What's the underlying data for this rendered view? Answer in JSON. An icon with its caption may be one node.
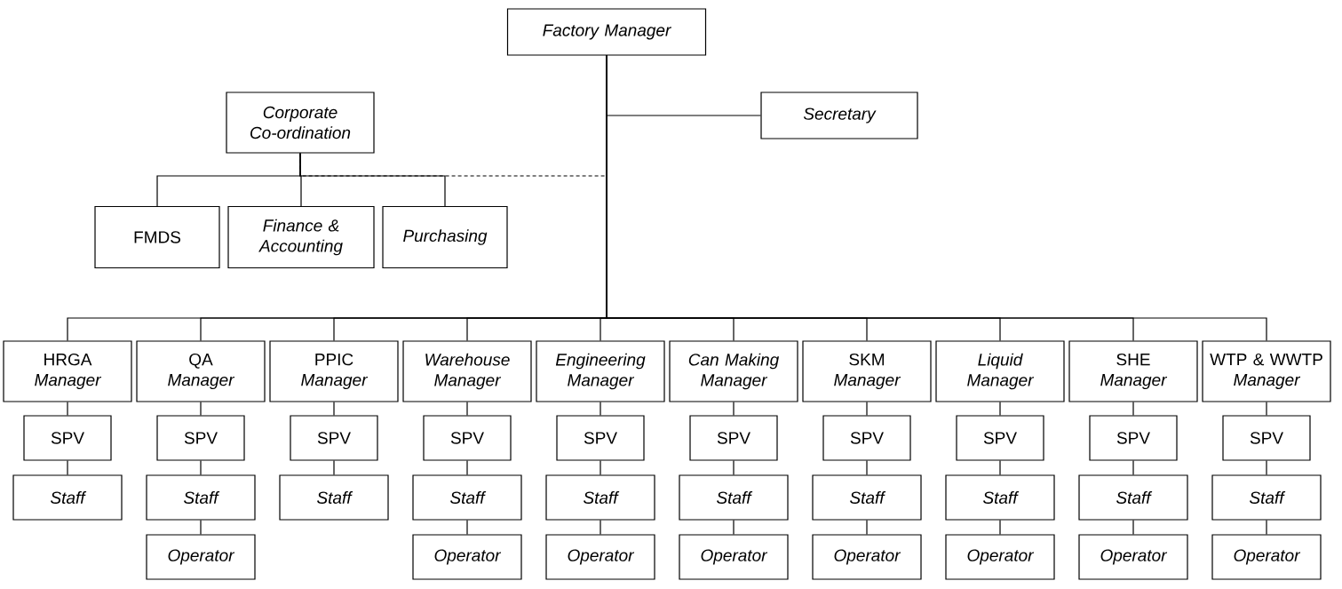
{
  "diagram": {
    "nodes": [
      {
        "text": [
          "Factory Manager"
        ]
      },
      {
        "text": [
          "Secretary"
        ]
      },
      {
        "text": [
          "Corporate Co-ordination"
        ]
      },
      {
        "text": [
          "FMDS"
        ]
      },
      {
        "text": [
          "Finance & Accounting"
        ]
      },
      {
        "text": [
          "Purchasing"
        ]
      },
      {
        "text": [
          "HRGA",
          "Manager"
        ]
      },
      {
        "text": [
          "QA",
          "Manager"
        ]
      },
      {
        "text": [
          "PPIC",
          "Manager"
        ]
      },
      {
        "text": [
          "Warehouse",
          "Manager"
        ]
      },
      {
        "text": [
          "Engineering",
          "Manager"
        ]
      },
      {
        "text": [
          "Can Making",
          "Manager"
        ]
      },
      {
        "text": [
          "SKM",
          "Manager"
        ]
      },
      {
        "text": [
          "Liquid",
          "Manager"
        ]
      },
      {
        "text": [
          "SHE",
          "Manager"
        ]
      },
      {
        "text": [
          "WTP & WWTP",
          "Manager"
        ]
      },
      {
        "text": [
          "SPV"
        ]
      },
      {
        "text": [
          "SPV"
        ]
      },
      {
        "text": [
          "SPV"
        ]
      },
      {
        "text": [
          "SPV"
        ]
      },
      {
        "text": [
          "SPV"
        ]
      },
      {
        "text": [
          "SPV"
        ]
      },
      {
        "text": [
          "SPV"
        ]
      },
      {
        "text": [
          "SPV"
        ]
      },
      {
        "text": [
          "SPV"
        ]
      },
      {
        "text": [
          "SPV"
        ]
      },
      {
        "text": [
          "Staff"
        ]
      },
      {
        "text": [
          "Staff"
        ]
      },
      {
        "text": [
          "Staff"
        ]
      },
      {
        "text": [
          "Staff"
        ]
      },
      {
        "text": [
          "Staff"
        ]
      },
      {
        "text": [
          "Staff"
        ]
      },
      {
        "text": [
          "Staff"
        ]
      },
      {
        "text": [
          "Staff"
        ]
      },
      {
        "text": [
          "Staff"
        ]
      },
      {
        "text": [
          "Staff"
        ]
      },
      {
        "text": [
          "Operator"
        ]
      },
      {
        "text": [
          "Operator"
        ]
      },
      {
        "text": [
          "Operator"
        ]
      },
      {
        "text": [
          "Operator"
        ]
      },
      {
        "text": [
          "Operator"
        ]
      },
      {
        "text": [
          "Operator"
        ]
      },
      {
        "text": [
          "Operator"
        ]
      },
      {
        "text": [
          "Operator"
        ]
      }
    ],
    "edges": [
      {
        "from": 0,
        "to": 1,
        "arrow": "none"
      },
      {
        "from": 2,
        "to": 3,
        "arrow": "none"
      },
      {
        "from": 2,
        "to": 4,
        "arrow": "none"
      },
      {
        "from": 2,
        "to": 5,
        "arrow": "none"
      },
      {
        "from": 2,
        "to": 0,
        "arrow": "none",
        "style": "dashed"
      },
      {
        "from": 0,
        "to": 6,
        "arrow": "none"
      },
      {
        "from": 0,
        "to": 7,
        "arrow": "none"
      },
      {
        "from": 0,
        "to": 8,
        "arrow": "none"
      },
      {
        "from": 0,
        "to": 9,
        "arrow": "none"
      },
      {
        "from": 0,
        "to": 10,
        "arrow": "none"
      },
      {
        "from": 0,
        "to": 11,
        "arrow": "none"
      },
      {
        "from": 0,
        "to": 12,
        "arrow": "none"
      },
      {
        "from": 0,
        "to": 13,
        "arrow": "none"
      },
      {
        "from": 0,
        "to": 14,
        "arrow": "none"
      },
      {
        "from": 0,
        "to": 15,
        "arrow": "none"
      },
      {
        "from": 6,
        "to": 16,
        "arrow": "none"
      },
      {
        "from": 7,
        "to": 17,
        "arrow": "none"
      },
      {
        "from": 8,
        "to": 18,
        "arrow": "none"
      },
      {
        "from": 9,
        "to": 19,
        "arrow": "none"
      },
      {
        "from": 10,
        "to": 20,
        "arrow": "none"
      },
      {
        "from": 11,
        "to": 21,
        "arrow": "none"
      },
      {
        "from": 12,
        "to": 22,
        "arrow": "none"
      },
      {
        "from": 13,
        "to": 23,
        "arrow": "none"
      },
      {
        "from": 14,
        "to": 24,
        "arrow": "none"
      },
      {
        "from": 15,
        "to": 25,
        "arrow": "none"
      },
      {
        "from": 16,
        "to": 26,
        "arrow": "none"
      },
      {
        "from": 17,
        "to": 27,
        "arrow": "none"
      },
      {
        "from": 18,
        "to": 28,
        "arrow": "none"
      },
      {
        "from": 19,
        "to": 29,
        "arrow": "none"
      },
      {
        "from": 20,
        "to": 30,
        "arrow": "none"
      },
      {
        "from": 21,
        "to": 31,
        "arrow": "none"
      },
      {
        "from": 22,
        "to": 32,
        "arrow": "none"
      },
      {
        "from": 23,
        "to": 33,
        "arrow": "none"
      },
      {
        "from": 24,
        "to": 34,
        "arrow": "none"
      },
      {
        "from": 25,
        "to": 35,
        "arrow": "none"
      },
      {
        "from": 27,
        "to": 36,
        "arrow": "none"
      },
      {
        "from": 29,
        "to": 37,
        "arrow": "none"
      },
      {
        "from": 30,
        "to": 38,
        "arrow": "none"
      },
      {
        "from": 31,
        "to": 39,
        "arrow": "none"
      },
      {
        "from": 32,
        "to": 40,
        "arrow": "none"
      },
      {
        "from": 33,
        "to": 41,
        "arrow": "none"
      },
      {
        "from": 34,
        "to": 42,
        "arrow": "none"
      },
      {
        "from": 35,
        "to": 43,
        "arrow": "none"
      }
    ]
  }
}
